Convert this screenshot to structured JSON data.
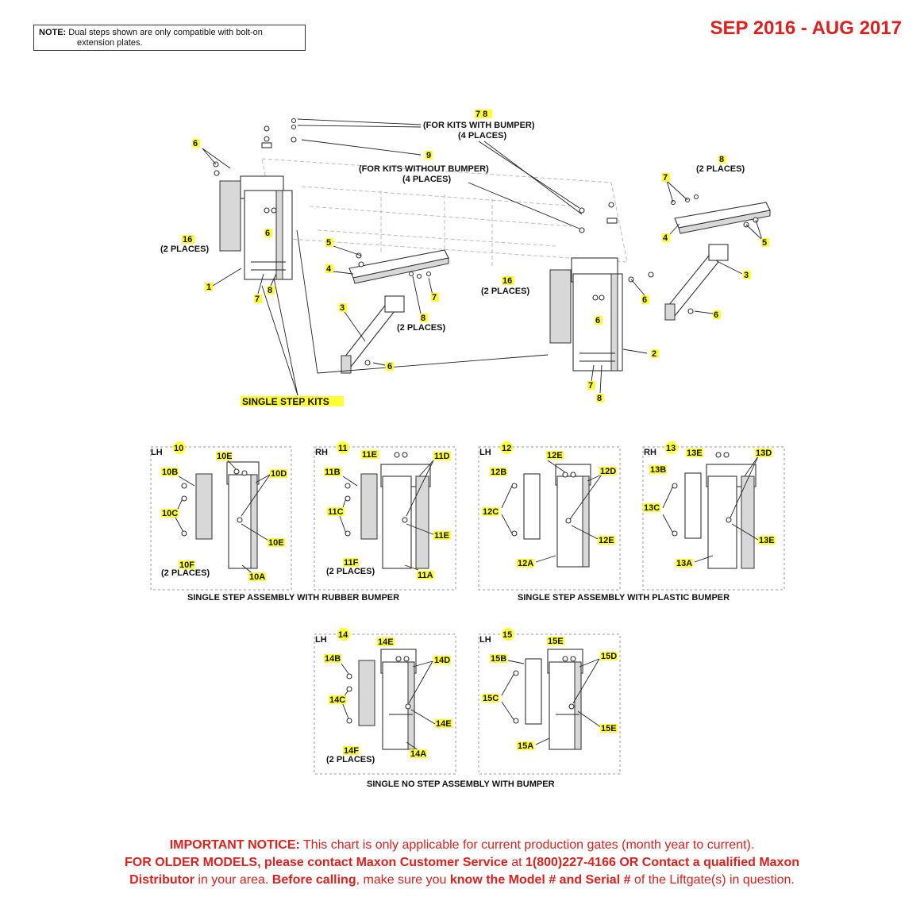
{
  "note": {
    "label": "NOTE:",
    "line1": "Dual steps shown are only compatible with bolt-on",
    "line2": "extension plates."
  },
  "date_range": "SEP 2016 - AUG 2017",
  "callouts": {
    "c78": "7  8",
    "with_bumper": "(FOR KITS WITH BUMPER)",
    "four_places": "(4 PLACES)",
    "c9": "9",
    "without_bumper": "(FOR KITS WITHOUT BUMPER)",
    "c8r": "8",
    "two_places": "(2 PLACES)",
    "c16": "16",
    "c1": "1",
    "c2": "2",
    "c3": "3",
    "c4": "4",
    "c5": "5",
    "c6": "6",
    "c7": "7",
    "c8": "8",
    "single_step_kits": "SINGLE STEP KITS"
  },
  "panels": {
    "p10": {
      "side": "LH",
      "num": "10",
      "a": "10A",
      "b": "10B",
      "c": "10C",
      "d": "10D",
      "e": "10E",
      "f": "10F"
    },
    "p11": {
      "side": "RH",
      "num": "11",
      "a": "11A",
      "b": "11B",
      "c": "11C",
      "d": "11D",
      "e": "11E",
      "f": "11F"
    },
    "p12": {
      "side": "LH",
      "num": "12",
      "a": "12A",
      "b": "12B",
      "c": "12C",
      "d": "12D",
      "e": "12E"
    },
    "p13": {
      "side": "RH",
      "num": "13",
      "a": "13A",
      "b": "13B",
      "c": "13C",
      "d": "13D",
      "e": "13E"
    },
    "p14": {
      "side": "LH",
      "num": "14",
      "a": "14A",
      "b": "14B",
      "c": "14C",
      "d": "14D",
      "e": "14E",
      "f": "14F"
    },
    "p15": {
      "side": "LH",
      "num": "15",
      "a": "15A",
      "b": "15B",
      "c": "15C",
      "d": "15D",
      "e": "15E"
    }
  },
  "captions": {
    "rubber": "SINGLE STEP ASSEMBLY WITH RUBBER BUMPER",
    "plastic": "SINGLE STEP ASSEMBLY WITH PLASTIC BUMPER",
    "nostep": "SINGLE NO STEP ASSEMBLY WITH BUMPER"
  },
  "notice": {
    "important": "IMPORTANT NOTICE:",
    "line1": " This chart is only applicable for current production gates (month year to current).",
    "older": "FOR OLDER MODELS, please contact Maxon Customer Service",
    "at": " at ",
    "phone": "1(800)227-4166 OR Contact a qualified Maxon",
    "distributor": "Distributor",
    "in_area": " in your area. ",
    "before": "Before calling",
    "make_sure": ", make sure you ",
    "know": "know the Model # and Serial #",
    "of_lift": " of the Liftgate(s) in question."
  },
  "colors": {
    "red": "#e0201c",
    "highlight": "#ffff33"
  }
}
